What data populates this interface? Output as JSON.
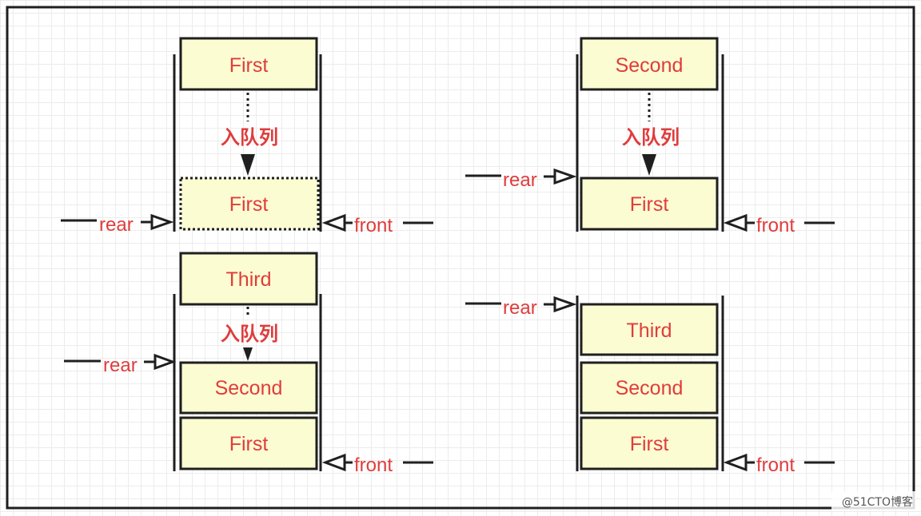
{
  "colors": {
    "box_fill": "#fcfcd2",
    "label": "#e03c3c",
    "line": "#1f1f1f"
  },
  "panels": {
    "p1": {
      "top_box": "First",
      "enqueue_label": "入队列",
      "ghost_box": "First",
      "rear_label": "rear",
      "front_label": "front"
    },
    "p2": {
      "top_box": "Second",
      "enqueue_label": "入队列",
      "box1": "First",
      "rear_label": "rear",
      "front_label": "front"
    },
    "p3": {
      "top_box": "Third",
      "enqueue_label": "入队列",
      "box1": "Second",
      "box2": "First",
      "rear_label": "rear",
      "front_label": "front"
    },
    "p4": {
      "box1": "Third",
      "box2": "Second",
      "box3": "First",
      "rear_label": "rear",
      "front_label": "front"
    }
  },
  "watermark": "@51CTO博客"
}
